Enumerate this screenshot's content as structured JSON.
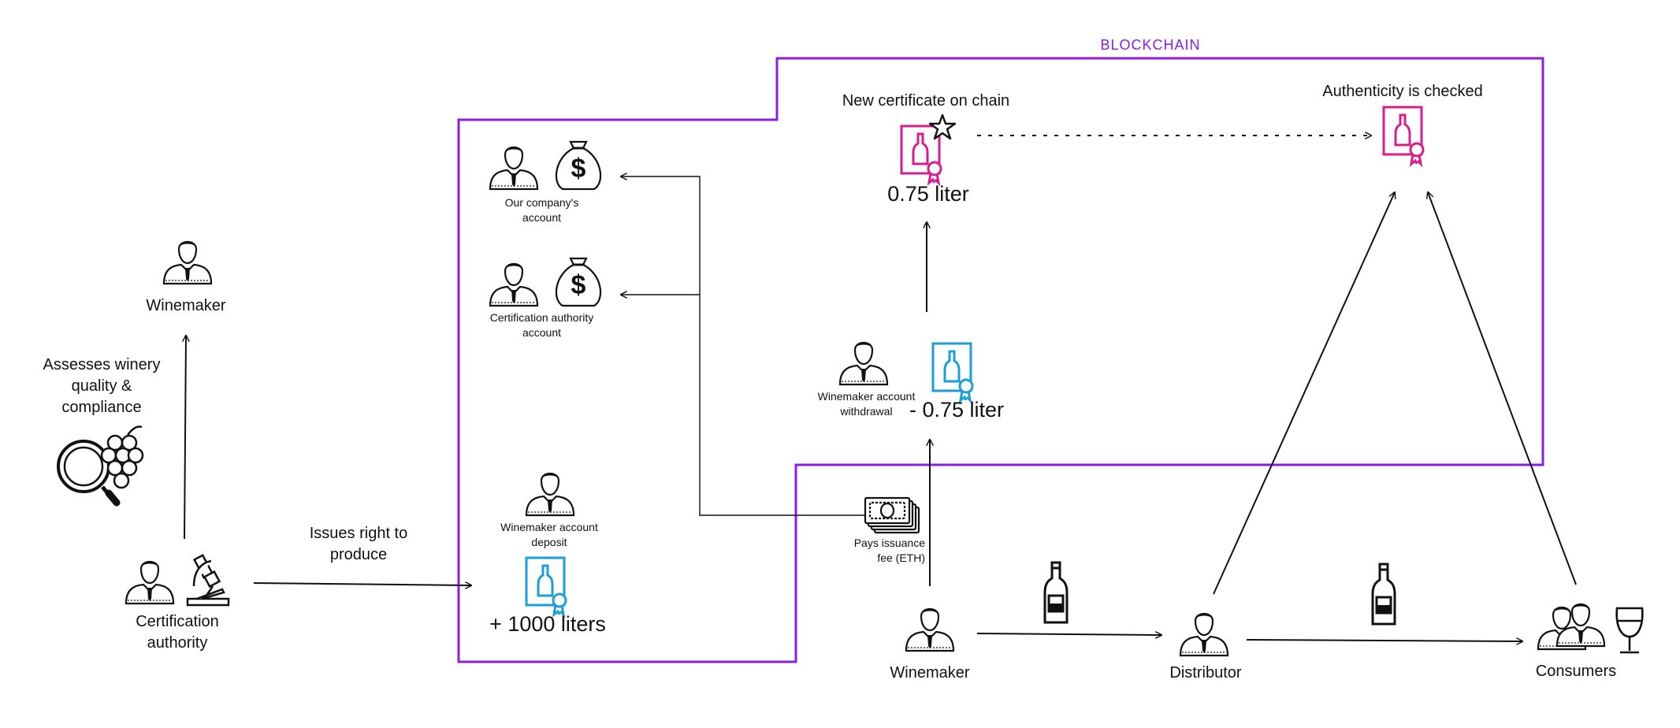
{
  "blockchain_label": "BLOCKCHAIN",
  "colors": {
    "chain": "#8a1ee6",
    "minted": "#d61e8c",
    "token": "#1c9ed6",
    "ink": "#111111"
  },
  "left": {
    "winemaker_label": "Winemaker",
    "assesses_label": "Assesses winery quality & compliance",
    "cert_authority_label": "Certification authority",
    "issues_label": "Issues right to produce"
  },
  "accounts": {
    "company_account_label": "Our company's account",
    "cert_account_label": "Certification authority account",
    "deposit_label": "Winemaker account deposit",
    "deposit_amount": "+ 1000 liters"
  },
  "mint": {
    "new_cert_label": "New certificate on chain",
    "new_cert_amount": "0.75 liter",
    "withdrawal_label": "Winemaker account withdrawal",
    "withdrawal_amount": "- 0.75 liter",
    "fee_label": "Pays issuance fee (ETH)"
  },
  "supply_chain": {
    "authenticity_label": "Authenticity is checked",
    "winemaker_label": "Winemaker",
    "distributor_label": "Distributor",
    "consumers_label": "Consumers"
  },
  "icons": [
    "person-icon",
    "money-bag-icon",
    "certificate-bottle-icon",
    "star-icon",
    "magnifier-icon",
    "grapes-icon",
    "microscope-icon",
    "banknotes-icon",
    "wine-bottle-icon",
    "wine-glass-icon",
    "group-icon"
  ]
}
